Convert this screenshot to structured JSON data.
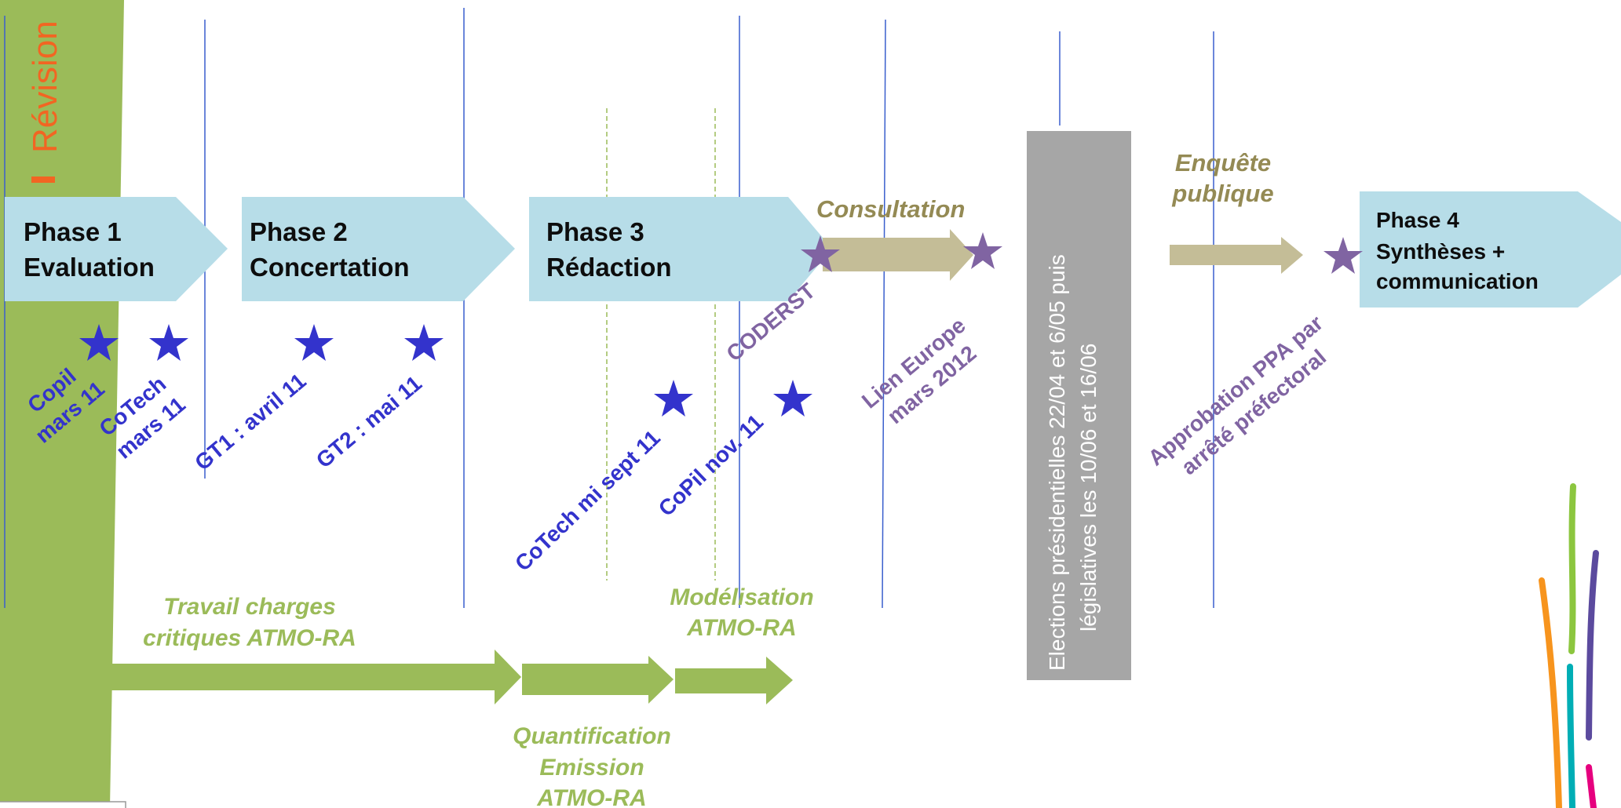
{
  "section_title": "Révision",
  "phases": [
    {
      "line1": "Phase 1",
      "line2": "Evaluation"
    },
    {
      "line1": "Phase 2",
      "line2": "Concertation"
    },
    {
      "line1": "Phase 3",
      "line2": "Rédaction"
    },
    {
      "line1": "Phase 4",
      "line2": "Synthèses +",
      "line3": "communication"
    }
  ],
  "blue_milestones": [
    {
      "line1": "Copil",
      "line2": "mars 11"
    },
    {
      "line1": "CoTech",
      "line2": "mars 11"
    },
    {
      "line1": "GT1 : avril 11"
    },
    {
      "line1": "GT2 : mai 11"
    },
    {
      "line1": "CoTech mi sept 11"
    },
    {
      "line1": "CoPil nov. 11"
    }
  ],
  "purple_milestones": [
    {
      "line1": "CODERST"
    },
    {
      "line1": "Lien Europe",
      "line2": "mars 2012"
    },
    {
      "line1": "Approbation PPA par",
      "line2": "arrêté préfectoral"
    }
  ],
  "consultation": "Consultation",
  "enquete": {
    "line1": "Enquête",
    "line2": "publique"
  },
  "elections": {
    "line1": "Elections présidentielles 22/04 et 6/05 puis",
    "line2": "législatives les 10/06 et 16/06"
  },
  "green_labels": {
    "travail": {
      "line1": "Travail charges",
      "line2": "critiques ATMO-RA"
    },
    "modelisation": {
      "line1": "Modélisation",
      "line2": "ATMO-RA"
    },
    "quantification": {
      "line1": "Quantification",
      "line2": "Emission",
      "line3": "ATMO-RA"
    }
  },
  "colors": {
    "phase_fill": "#b7dde8",
    "green": "#9bbb59",
    "olive_arrow": "#c4bd97",
    "olive_text": "#948a54",
    "blue_star": "#3333cc",
    "purple": "#8064a2",
    "grey_box": "#a6a6a6",
    "orange_title": "#f26522",
    "vline": "#3a5fcd",
    "dashed": "#9bbb59"
  }
}
